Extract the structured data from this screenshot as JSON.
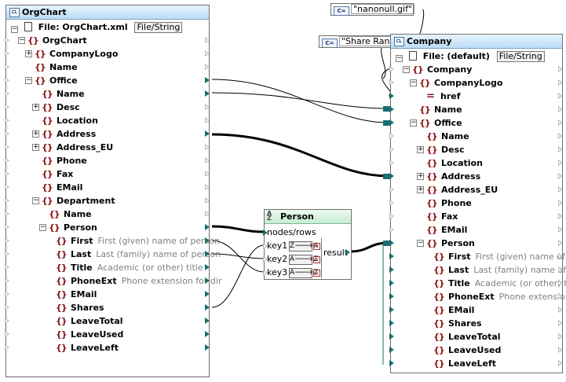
{
  "orgchart": {
    "title": "OrgChart",
    "file_label": "File: OrgChart.xml",
    "file_button": "File/String",
    "rows": [
      {
        "label": "OrgChart",
        "kind": "elem",
        "indent": 1,
        "toggle": "-"
      },
      {
        "label": "CompanyLogo",
        "kind": "elem",
        "indent": 2,
        "toggle": "+"
      },
      {
        "label": "Name",
        "kind": "elem",
        "indent": 2,
        "toggle": ""
      },
      {
        "label": "Office",
        "kind": "elem",
        "indent": 2,
        "toggle": "-"
      },
      {
        "label": "Name",
        "kind": "elem",
        "indent": 3,
        "toggle": ""
      },
      {
        "label": "Desc",
        "kind": "elem",
        "indent": 3,
        "toggle": "+"
      },
      {
        "label": "Location",
        "kind": "elem",
        "indent": 3,
        "toggle": ""
      },
      {
        "label": "Address",
        "kind": "elem",
        "indent": 3,
        "toggle": "+"
      },
      {
        "label": "Address_EU",
        "kind": "elem",
        "indent": 3,
        "toggle": "+"
      },
      {
        "label": "Phone",
        "kind": "elem",
        "indent": 3,
        "toggle": ""
      },
      {
        "label": "Fax",
        "kind": "elem",
        "indent": 3,
        "toggle": ""
      },
      {
        "label": "EMail",
        "kind": "elem",
        "indent": 3,
        "toggle": ""
      },
      {
        "label": "Department",
        "kind": "elem",
        "indent": 3,
        "toggle": "-"
      },
      {
        "label": "Name",
        "kind": "elem",
        "indent": 4,
        "toggle": ""
      },
      {
        "label": "Person",
        "kind": "elem",
        "indent": 4,
        "toggle": "-"
      },
      {
        "label": "First",
        "kind": "elem",
        "indent": 5,
        "toggle": "",
        "desc": "First (given) name of person"
      },
      {
        "label": "Last",
        "kind": "elem",
        "indent": 5,
        "toggle": "",
        "desc": "Last (family) name of person"
      },
      {
        "label": "Title",
        "kind": "elem",
        "indent": 5,
        "toggle": "",
        "desc": "Academic (or other) title"
      },
      {
        "label": "PhoneExt",
        "kind": "elem",
        "indent": 5,
        "toggle": "",
        "desc": "Phone extension for dir"
      },
      {
        "label": "EMail",
        "kind": "elem",
        "indent": 5,
        "toggle": ""
      },
      {
        "label": "Shares",
        "kind": "elem",
        "indent": 5,
        "toggle": ""
      },
      {
        "label": "LeaveTotal",
        "kind": "elem",
        "indent": 5,
        "toggle": ""
      },
      {
        "label": "LeaveUsed",
        "kind": "elem",
        "indent": 5,
        "toggle": ""
      },
      {
        "label": "LeaveLeft",
        "kind": "elem",
        "indent": 5,
        "toggle": ""
      }
    ]
  },
  "company": {
    "title": "Company",
    "file_label": "File: (default)",
    "file_button": "File/String",
    "rows": [
      {
        "label": "Company",
        "kind": "elem",
        "indent": 1,
        "toggle": "-"
      },
      {
        "label": "CompanyLogo",
        "kind": "elem",
        "indent": 2,
        "toggle": "-"
      },
      {
        "label": "href",
        "kind": "attr",
        "indent": 3,
        "toggle": ""
      },
      {
        "label": "Name",
        "kind": "elem",
        "indent": 2,
        "toggle": ""
      },
      {
        "label": "Office",
        "kind": "elem",
        "indent": 2,
        "toggle": "-"
      },
      {
        "label": "Name",
        "kind": "elem",
        "indent": 3,
        "toggle": ""
      },
      {
        "label": "Desc",
        "kind": "elem",
        "indent": 3,
        "toggle": "+"
      },
      {
        "label": "Location",
        "kind": "elem",
        "indent": 3,
        "toggle": ""
      },
      {
        "label": "Address",
        "kind": "elem",
        "indent": 3,
        "toggle": "+"
      },
      {
        "label": "Address_EU",
        "kind": "elem",
        "indent": 3,
        "toggle": "+"
      },
      {
        "label": "Phone",
        "kind": "elem",
        "indent": 3,
        "toggle": ""
      },
      {
        "label": "Fax",
        "kind": "elem",
        "indent": 3,
        "toggle": ""
      },
      {
        "label": "EMail",
        "kind": "elem",
        "indent": 3,
        "toggle": ""
      },
      {
        "label": "Person",
        "kind": "elem",
        "indent": 3,
        "toggle": "-"
      },
      {
        "label": "First",
        "kind": "elem",
        "indent": 4,
        "toggle": "",
        "desc": "First (given) name of p"
      },
      {
        "label": "Last",
        "kind": "elem",
        "indent": 4,
        "toggle": "",
        "desc": "Last (family) name of p"
      },
      {
        "label": "Title",
        "kind": "elem",
        "indent": 4,
        "toggle": "",
        "desc": "Academic (or other) tit"
      },
      {
        "label": "PhoneExt",
        "kind": "elem",
        "indent": 4,
        "toggle": "",
        "desc": "Phone extension f"
      },
      {
        "label": "EMail",
        "kind": "elem",
        "indent": 4,
        "toggle": ""
      },
      {
        "label": "Shares",
        "kind": "elem",
        "indent": 4,
        "toggle": ""
      },
      {
        "label": "LeaveTotal",
        "kind": "elem",
        "indent": 4,
        "toggle": ""
      },
      {
        "label": "LeaveUsed",
        "kind": "elem",
        "indent": 4,
        "toggle": ""
      },
      {
        "label": "LeaveLeft",
        "kind": "elem",
        "indent": 4,
        "toggle": ""
      }
    ]
  },
  "constants": {
    "gif": "\"nanonull.gif\"",
    "share": "\"Share Rank\""
  },
  "sort": {
    "title": "Person",
    "input": "nodes/rows",
    "output": "result",
    "keys": [
      {
        "label": "key1",
        "order": "Z🡒A"
      },
      {
        "label": "key2",
        "order": "A🡒Z"
      },
      {
        "label": "key3",
        "order": "A🡒Z"
      }
    ]
  },
  "colors": {
    "connector": "#000000",
    "header_blue": "#bcdcf4",
    "header_green": "#c6ecd4",
    "element_icon": "#8b1111"
  }
}
